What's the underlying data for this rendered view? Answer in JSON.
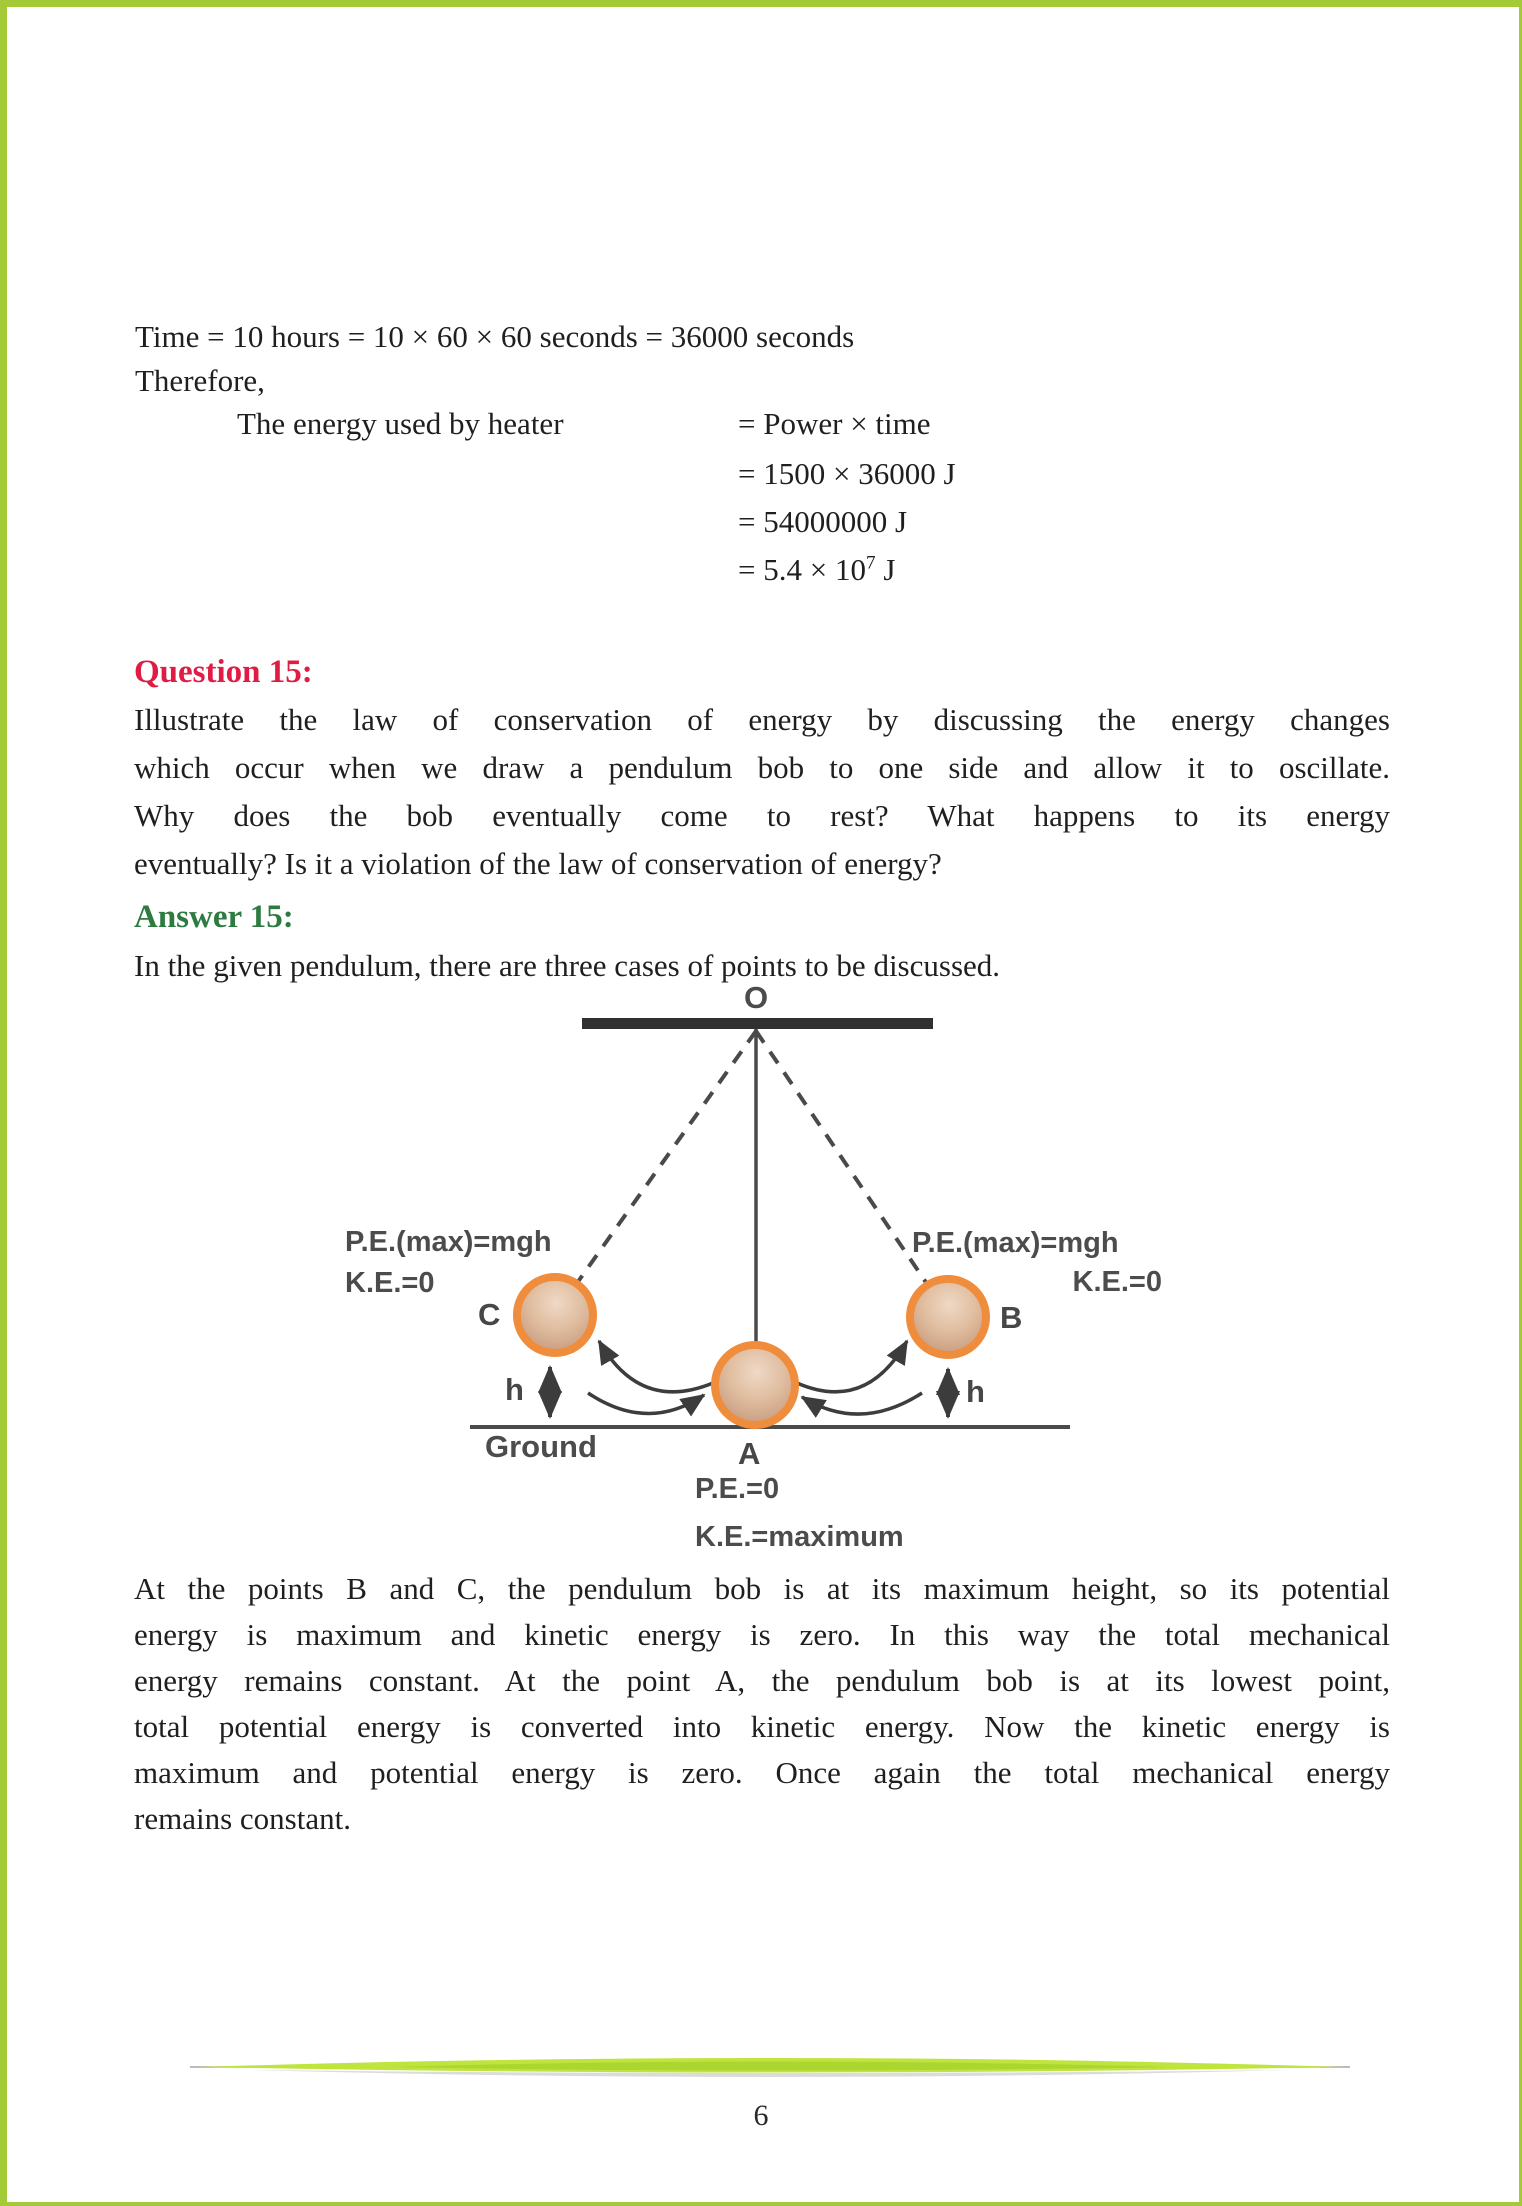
{
  "page": {
    "number": "6",
    "border_color": "#a4cb37"
  },
  "calc": {
    "line1": "Time = 10 hours = 10 × 60 × 60 seconds = 36000 seconds",
    "line2": "Therefore,",
    "lhs": "The energy used by heater",
    "eq1": "= Power × time",
    "eq2": "= 1500 × 36000 J",
    "eq3": "= 54000000 J",
    "eq4_prefix": "= 5.4 × 10",
    "eq4_sup": "7",
    "eq4_suffix": " J"
  },
  "question": {
    "heading": "Question 15:",
    "lines": [
      "Illustrate the law of conservation of energy by discussing the energy changes",
      "which occur when we draw a pendulum bob to one side and allow it to oscillate.",
      "Why does the bob eventually come to rest? What happens to its energy",
      "eventually? Is it a violation of the law of conservation of energy?"
    ]
  },
  "answer": {
    "heading": "Answer 15:",
    "intro": "In the given pendulum, there are three cases of points to be discussed.",
    "para_lines": [
      "At the points B and C, the pendulum bob is at its maximum height, so its potential",
      "energy is maximum and kinetic energy is zero. In this way the total mechanical",
      "energy remains constant. At the point A, the pendulum bob is at its lowest point,",
      "total potential energy is converted into kinetic energy. Now the kinetic energy is",
      "maximum and potential energy is zero. Once again the total mechanical energy",
      "remains constant."
    ]
  },
  "diagram": {
    "pivot_label": "O",
    "left_pe": "P.E.(max)=mgh",
    "left_ke": "K.E.=0",
    "right_pe": "P.E.(max)=mgh",
    "right_ke": "K.E.=0",
    "label_c": "C",
    "label_b": "B",
    "label_a": "A",
    "h_left": "h",
    "h_right": "h",
    "ground_label": "Ground",
    "a_pe": "P.E.=0",
    "a_ke": "K.E.=maximum",
    "bob_ring_color": "#ef8d3c",
    "line_color": "#4a4a4a"
  }
}
